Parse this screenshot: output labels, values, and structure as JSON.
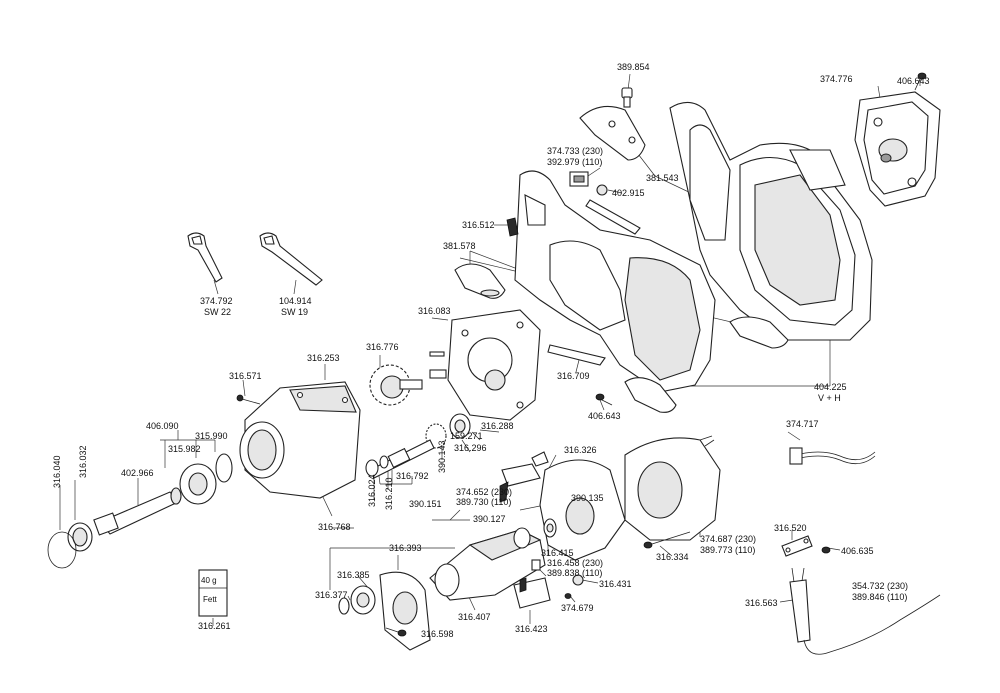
{
  "labels": {
    "p406643a": "406.643",
    "p374776": "374.776",
    "p389854": "389.854",
    "p374733": "374.733 (230)",
    "p392979": "392.979 (110)",
    "p381543": "381.543",
    "p402915": "402.915",
    "p316512": "316.512",
    "p381578": "381.578",
    "p374792": "374.792",
    "p374792b": "SW 22",
    "p104914": "104.914",
    "p104914b": "SW 19",
    "p316083": "316.083",
    "p316776": "316.776",
    "p316253": "316.253",
    "p316571": "316.571",
    "p316709": "316.709",
    "p404225": "404.225",
    "p404225b": "V + H",
    "p406643b": "406.643",
    "p406090": "406.090",
    "p315990": "315.990",
    "p315982": "315.982",
    "p402966": "402.966",
    "p316040": "316.040",
    "p316032": "316.032",
    "p316288": "316.288",
    "p159271": "159.271",
    "p316296": "316.296",
    "p390143": "390.143",
    "p316326": "316.326",
    "p374717": "374.717",
    "p316792": "316.792",
    "p390151": "390.151",
    "p316024": "316.024",
    "p316210": "316.210",
    "p316768": "316.768",
    "p374652": "374.652 (230)",
    "p389730": "389.730 (110)",
    "p390135": "390.135",
    "p390127": "390.127",
    "p374687": "374.687 (230)",
    "p389773": "389.773 (110)",
    "p316520": "316.520",
    "p406635": "406.635",
    "p316393": "316.393",
    "p316415": "316.415",
    "p316334": "316.334",
    "p316385": "316.385",
    "p316458": "316.458 (230)",
    "p389838": "389.838 (110)",
    "p316431": "316.431",
    "p354732": "354.732 (230)",
    "p389846": "389.846 (110)",
    "p316377": "316.377",
    "p374679": "374.679",
    "p316563": "316.563",
    "p316407": "316.407",
    "p316423": "316.423",
    "p316598": "316.598",
    "p316261": "316.261"
  },
  "fett": {
    "weight": "40 g",
    "name": "Fett"
  }
}
